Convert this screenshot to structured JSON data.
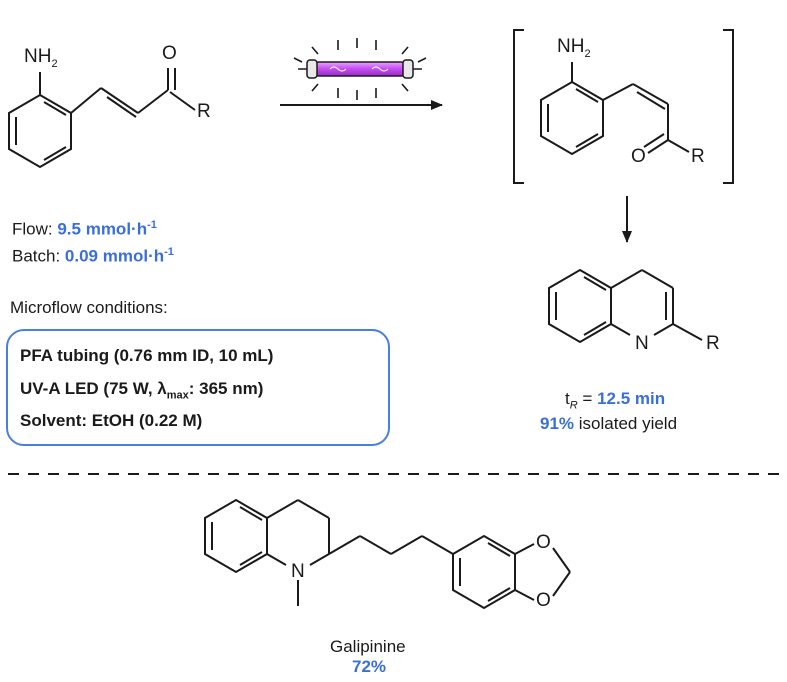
{
  "reactant": {
    "nh2": "NH",
    "nh2_sub": "2",
    "o": "O",
    "r": "R"
  },
  "intermediate": {
    "nh2": "NH",
    "nh2_sub": "2",
    "o": "O",
    "r": "R"
  },
  "product": {
    "n": "N",
    "r": "R"
  },
  "galipinine": {
    "n": "N",
    "o1": "O",
    "o2": "O",
    "name": "Galipinine",
    "yield": "72%"
  },
  "productivity": {
    "flow_label": "Flow: ",
    "flow_value": "9.5 mmol·h",
    "flow_exp": "-1",
    "batch_label": "Batch: ",
    "batch_value": "0.09 mmol·h",
    "batch_exp": "-1"
  },
  "conditions": {
    "heading": "Microflow conditions:",
    "line1": "PFA tubing (0.76 mm ID, 10 mL)",
    "line2_pre": "UV-A LED (75 W, λ",
    "line2_sub": "max",
    "line2_post": ": 365 nm)",
    "line3": "Solvent: EtOH (0.22 M)"
  },
  "result": {
    "tr_t": "t",
    "tr_sub": "R",
    "tr_eq": " = ",
    "tr_value": "12.5 min",
    "yield_value": "91%",
    "yield_text": " isolated yield"
  },
  "colors": {
    "accent": "#3a6fd8",
    "lamp": "#c44bf0",
    "box_border": "#4a7fe0"
  }
}
